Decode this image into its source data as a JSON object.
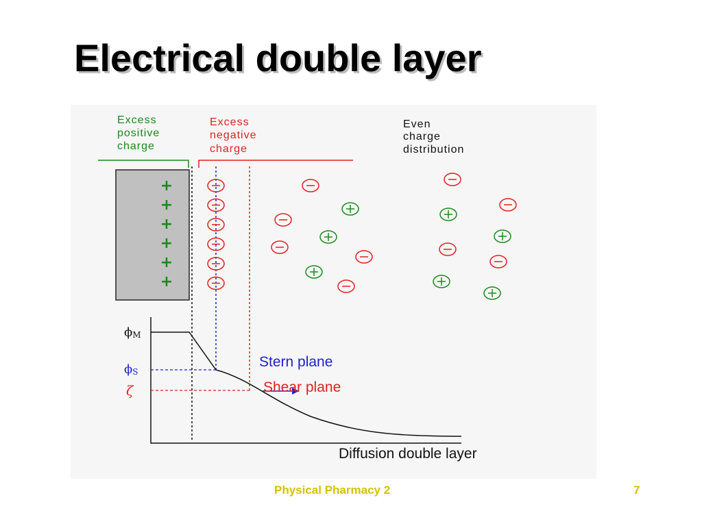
{
  "slide": {
    "title": "Electrical double layer",
    "footer": "Physical Pharmacy 2",
    "page_number": "7"
  },
  "diagram": {
    "region_labels": {
      "excess_positive": [
        "Excess",
        "positive",
        "charge"
      ],
      "excess_negative": [
        "Excess",
        "negative",
        "charge"
      ],
      "even_distribution": [
        "Even",
        "charge",
        "distribution"
      ]
    },
    "potential_labels": {
      "phi_m": "ϕ",
      "phi_m_sub": "M",
      "phi_s": "ϕ",
      "phi_s_sub": "S",
      "zeta": "ζ"
    },
    "plane_labels": {
      "stern": "Stern plane",
      "shear": "Shear plane",
      "diffusion": "Diffusion double layer"
    },
    "glyphs": {
      "plus": "+",
      "minus": "−"
    },
    "colors": {
      "positive": "#1a8a1a",
      "negative": "#e02020",
      "stern": "#2020cc",
      "electrode": "#c0c0c0",
      "text": "#111111"
    },
    "counts": {
      "electrode_plus_signs": 6,
      "adsorbed_anions": 6
    }
  }
}
